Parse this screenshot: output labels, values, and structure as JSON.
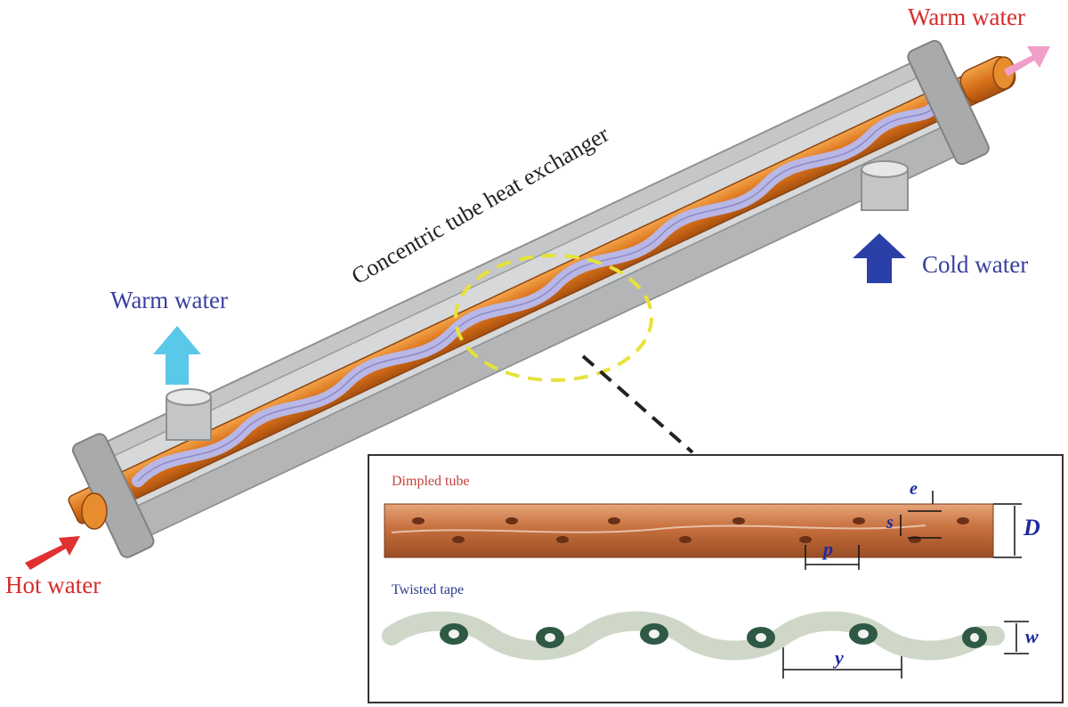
{
  "title": "Concentric tube heat exchanger",
  "labels": {
    "warm_water_top": "Warm water",
    "warm_water_left": "Warm water",
    "cold_water": "Cold water",
    "hot_water": "Hot water"
  },
  "inset": {
    "dimpled_tube": "Dimpled tube",
    "twisted_tape": "Twisted tape",
    "symbols": {
      "e": "e",
      "s": "s",
      "D": "D",
      "p": "p",
      "w": "w",
      "y": "y"
    }
  },
  "colors": {
    "hot": "#e03030",
    "warm_out": "#f0a0c8",
    "warm_up": "#5ac8e8",
    "cold": "#2a3fa8",
    "copper": "#e07a1e",
    "shell": "#b9bbbc"
  }
}
